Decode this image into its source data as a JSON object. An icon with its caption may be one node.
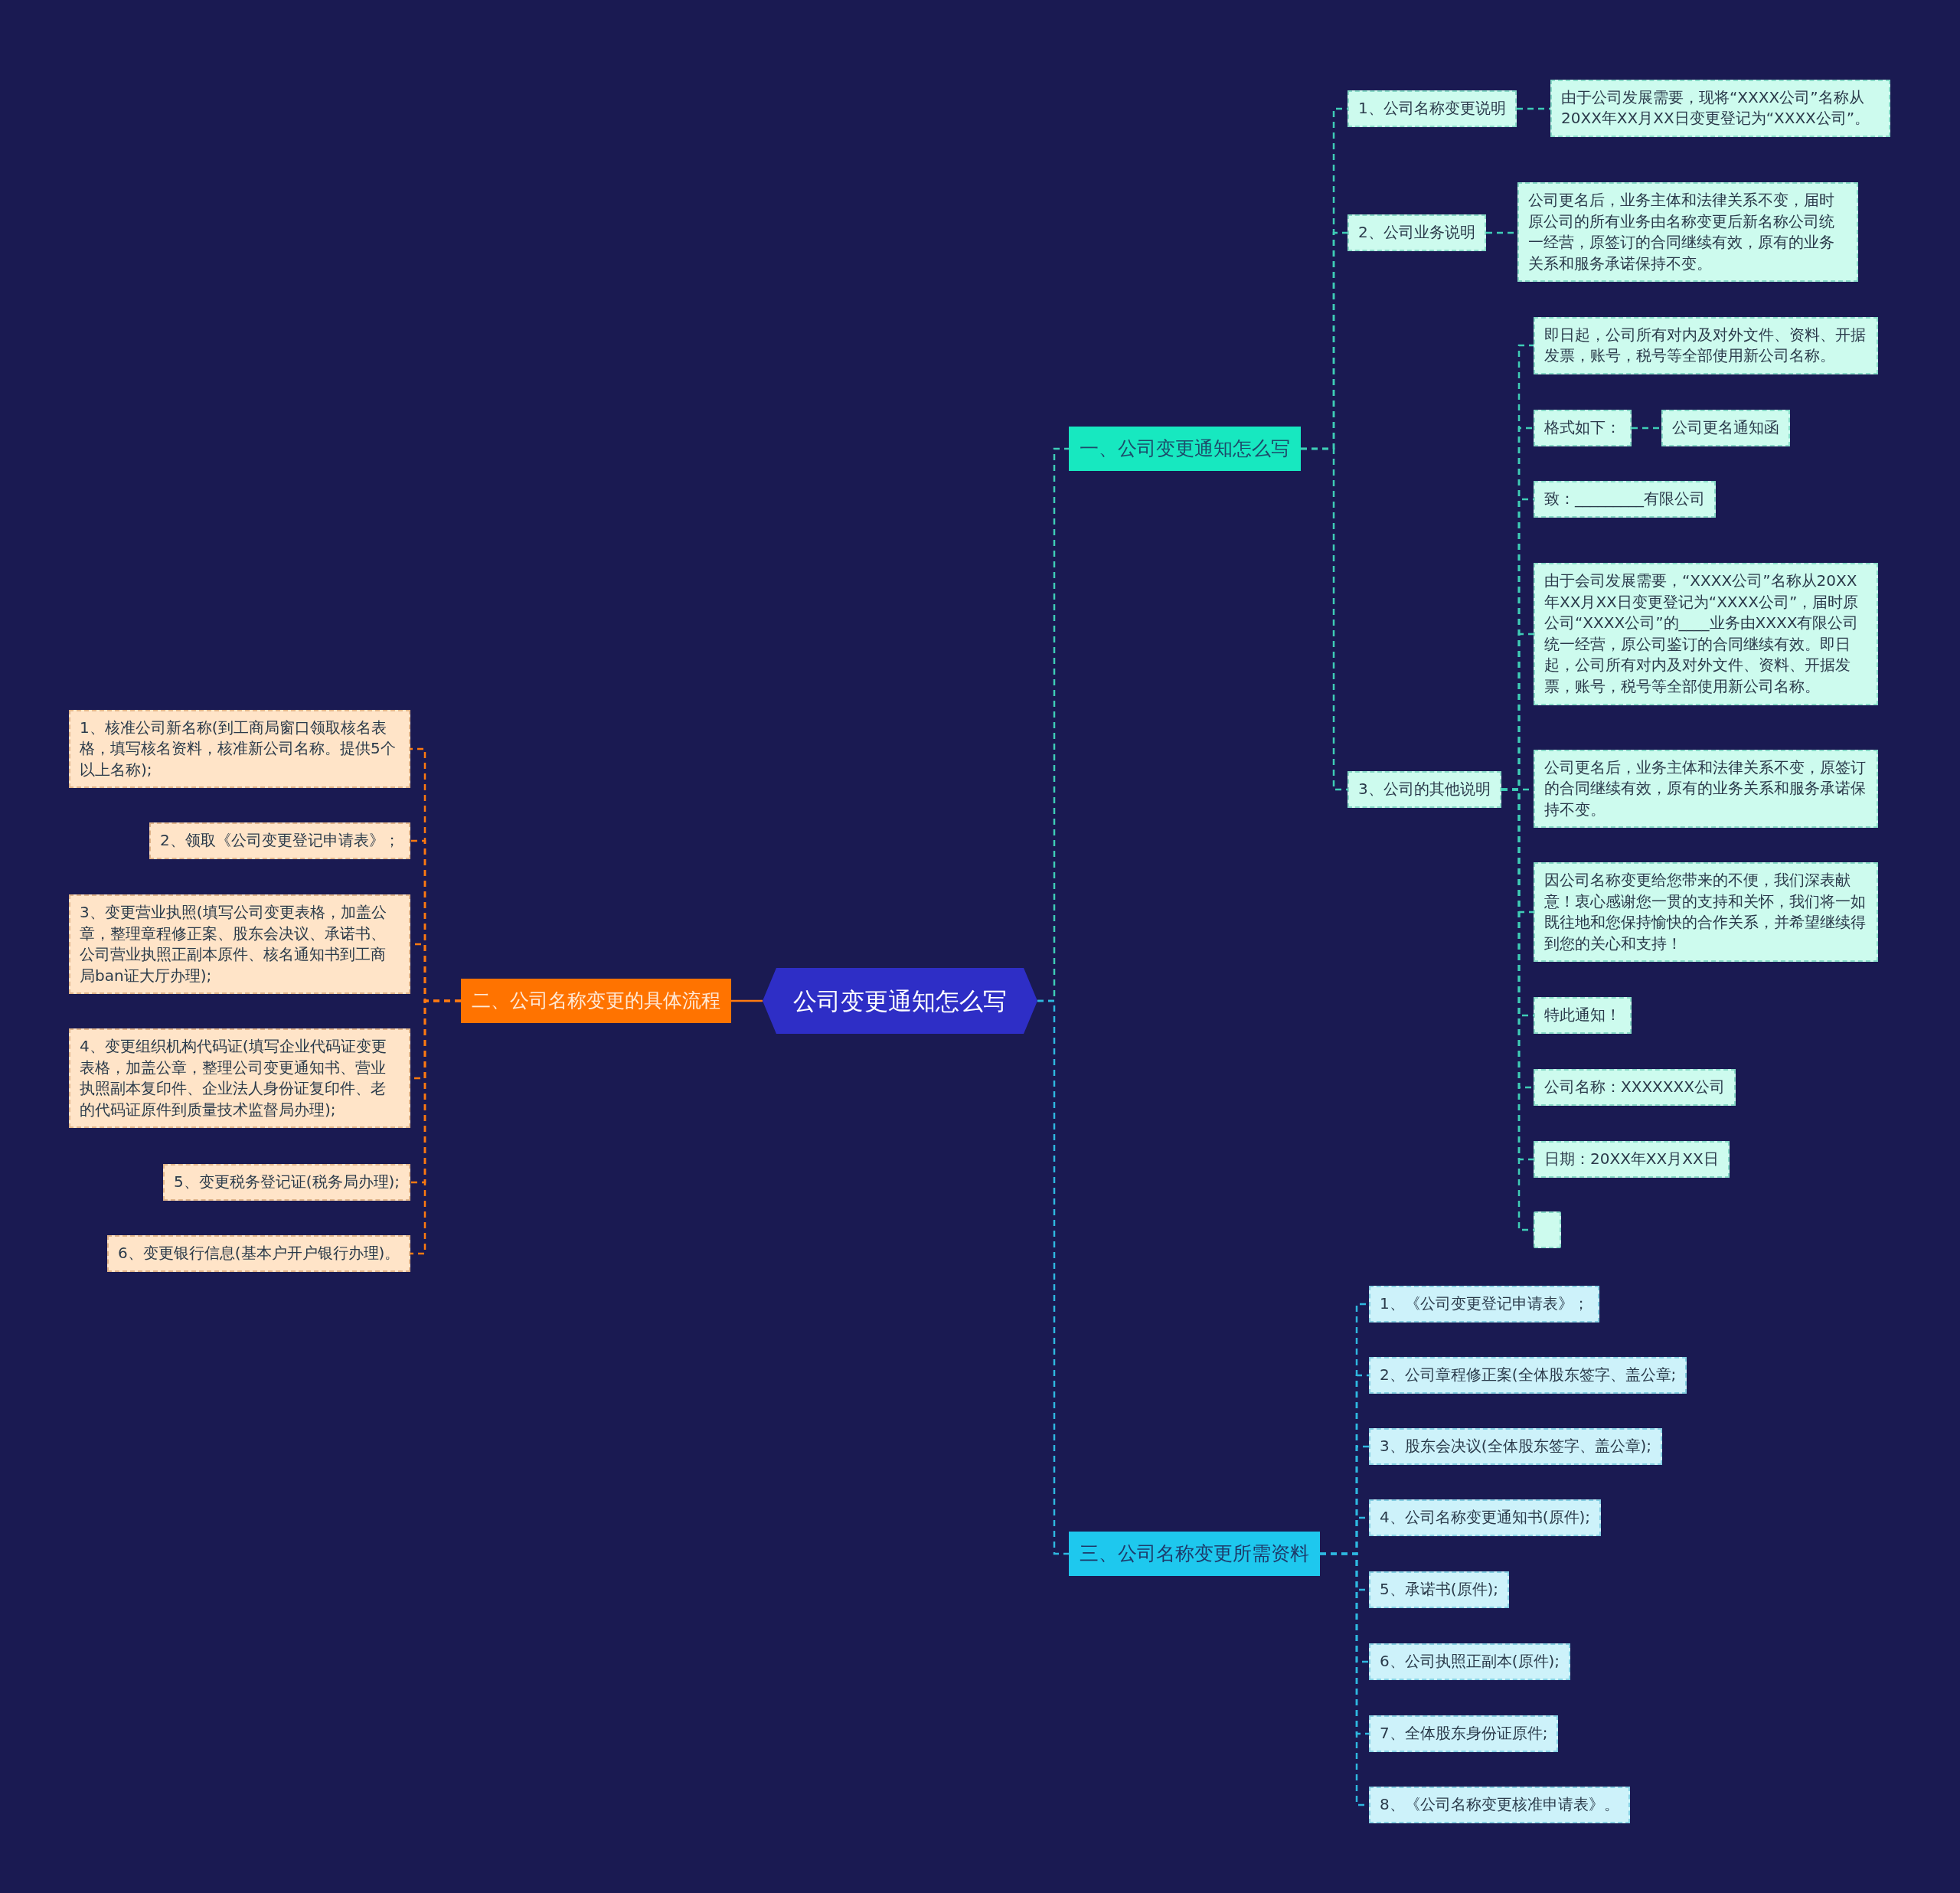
{
  "diagram": {
    "nodes": [
      {
        "text": [
          "公司变更通知怎么写"
        ]
      },
      {
        "text": [
          "一、公司变更通知怎么写"
        ]
      },
      {
        "text": [
          "1、公司名称变更说明"
        ]
      },
      {
        "text": [
          "由于公司发展需要，现将“XXXX公司”名称从20XX年XX月XX日变更登记为“XXXX公司”。"
        ]
      },
      {
        "text": [
          "2、公司业务说明"
        ]
      },
      {
        "text": [
          "公司更名后，业务主体和法律关系不变，届时原公司的所有业务由名称变更后新名称公司统一经营，原签订的合同继续有效，原有的业务关系和服务承诺保持不变。"
        ]
      },
      {
        "text": [
          "3、公司的其他说明"
        ]
      },
      {
        "text": [
          "即日起，公司所有对内及对外文件、资料、开据发票，账号，税号等全部使用新公司名称。"
        ]
      },
      {
        "text": [
          "格式如下："
        ]
      },
      {
        "text": [
          "公司更名通知函"
        ]
      },
      {
        "text": [
          "致：_________有限公司"
        ]
      },
      {
        "text": [
          "由于会司发展需要，“XXXX公司”名称从20XX年XX月XX日变更登记为“XXXX公司”，届时原公司“XXXX公司”的____业务由XXXX有限公司统一经营，原公司鉴订的合同继续有效。即日起，公司所有对内及对外文件、资料、开据发票，账号，税号等全部使用新公司名称。"
        ]
      },
      {
        "text": [
          "公司更名后，业务主体和法律关系不变，原签订的合同继续有效，原有的业务关系和服务承诺保持不变。"
        ]
      },
      {
        "text": [
          "因公司名称变更给您带来的不便，我们深表献意！衷心感谢您一贯的支持和关怀，我们将一如既往地和您保持愉快的合作关系，并希望继续得到您的关心和支持！"
        ]
      },
      {
        "text": [
          "特此通知！"
        ]
      },
      {
        "text": [
          "公司名称：XXXXXXX公司"
        ]
      },
      {
        "text": [
          "日期：20XX年XX月XX日"
        ]
      },
      {
        "text": [],
        "shape": "box"
      },
      {
        "text": [
          "三、公司名称变更所需资料"
        ]
      },
      {
        "text": [
          "1、《公司变更登记申请表》；"
        ]
      },
      {
        "text": [
          "2、公司章程修正案(全体股东签字、盖公章;"
        ]
      },
      {
        "text": [
          "3、股东会决议(全体股东签字、盖公章);"
        ]
      },
      {
        "text": [
          "4、公司名称变更通知书(原件);"
        ]
      },
      {
        "text": [
          "5、承诺书(原件);"
        ]
      },
      {
        "text": [
          "6、公司执照正副本(原件);"
        ]
      },
      {
        "text": [
          "7、全体股东身份证原件;"
        ]
      },
      {
        "text": [
          "8、《公司名称变更核准申请表》。"
        ]
      },
      {
        "text": [
          "二、公司名称变更的具体流程"
        ]
      },
      {
        "text": [
          "1、核准公司新名称(到工商局窗口领取核名表格，填写核名资料，核准新公司名称。提供5个以上名称);"
        ]
      },
      {
        "text": [
          "2、领取《公司变更登记申请表》；"
        ]
      },
      {
        "text": [
          "3、变更营业执照(填写公司变更表格，加盖公章，整理章程修正案、股东会决议、承诺书、公司营业执照正副本原件、核名通知书到工商局ban证大厅办理);"
        ]
      },
      {
        "text": [
          "4、变更组织机构代码证(填写企业代码证变更表格，加盖公章，整理公司变更通知书、营业执照副本复印件、企业法人身份证复印件、老的代码证原件到质量技术监督局办理);"
        ]
      },
      {
        "text": [
          "5、变更税务登记证(税务局办理);"
        ]
      },
      {
        "text": [
          "6、变更银行信息(基本户开户银行办理)。"
        ]
      }
    ],
    "edges": [
      {
        "from": 0,
        "to": 1,
        "arrow": "none",
        "style": "dashed"
      },
      {
        "from": 1,
        "to": 2,
        "arrow": "none",
        "style": "dashed"
      },
      {
        "from": 2,
        "to": 3,
        "arrow": "none",
        "style": "dashed"
      },
      {
        "from": 1,
        "to": 4,
        "arrow": "none",
        "style": "dashed"
      },
      {
        "from": 4,
        "to": 5,
        "arrow": "none",
        "style": "dashed"
      },
      {
        "from": 1,
        "to": 6,
        "arrow": "none",
        "style": "dashed"
      },
      {
        "from": 6,
        "to": 7,
        "arrow": "none",
        "style": "dashed"
      },
      {
        "from": 6,
        "to": 8,
        "arrow": "none",
        "style": "dashed"
      },
      {
        "from": 8,
        "to": 9,
        "arrow": "none",
        "style": "dashed"
      },
      {
        "from": 6,
        "to": 10,
        "arrow": "none",
        "style": "dashed"
      },
      {
        "from": 6,
        "to": 11,
        "arrow": "none",
        "style": "dashed"
      },
      {
        "from": 6,
        "to": 12,
        "arrow": "none",
        "style": "dashed"
      },
      {
        "from": 6,
        "to": 13,
        "arrow": "none",
        "style": "dashed"
      },
      {
        "from": 6,
        "to": 14,
        "arrow": "none",
        "style": "dashed"
      },
      {
        "from": 6,
        "to": 15,
        "arrow": "none",
        "style": "dashed"
      },
      {
        "from": 6,
        "to": 16,
        "arrow": "none",
        "style": "dashed"
      },
      {
        "from": 6,
        "to": 17,
        "arrow": "none",
        "style": "dashed"
      },
      {
        "from": 0,
        "to": 18,
        "arrow": "none",
        "style": "dashed",
        "color": "#2fb8e0"
      },
      {
        "from": 18,
        "to": 19,
        "arrow": "none",
        "style": "dashed",
        "color": "#2fb8e0"
      },
      {
        "from": 18,
        "to": 20,
        "arrow": "none",
        "style": "dashed",
        "color": "#2fb8e0"
      },
      {
        "from": 18,
        "to": 21,
        "arrow": "none",
        "style": "dashed",
        "color": "#2fb8e0"
      },
      {
        "from": 18,
        "to": 22,
        "arrow": "none",
        "style": "dashed",
        "color": "#2fb8e0"
      },
      {
        "from": 18,
        "to": 23,
        "arrow": "none",
        "style": "dashed",
        "color": "#2fb8e0"
      },
      {
        "from": 18,
        "to": 24,
        "arrow": "none",
        "style": "dashed",
        "color": "#2fb8e0"
      },
      {
        "from": 18,
        "to": 25,
        "arrow": "none",
        "style": "dashed",
        "color": "#2fb8e0"
      },
      {
        "from": 18,
        "to": 26,
        "arrow": "none",
        "style": "dashed",
        "color": "#2fb8e0"
      },
      {
        "from": 0,
        "to": 27,
        "arrow": "none",
        "color": "#ff7a10"
      },
      {
        "from": 27,
        "to": 28,
        "arrow": "none",
        "style": "dashed",
        "color": "#ff7a10"
      },
      {
        "from": 27,
        "to": 29,
        "arrow": "none",
        "style": "dashed",
        "color": "#ff7a10"
      },
      {
        "from": 27,
        "to": 30,
        "arrow": "none",
        "style": "dashed",
        "color": "#ff7a10"
      },
      {
        "from": 27,
        "to": 31,
        "arrow": "none",
        "style": "dashed",
        "color": "#ff7a10"
      },
      {
        "from": 27,
        "to": 32,
        "arrow": "none",
        "style": "dashed",
        "color": "#ff7a10"
      },
      {
        "from": 27,
        "to": 33,
        "arrow": "none",
        "style": "dashed",
        "color": "#ff7a10"
      }
    ]
  }
}
